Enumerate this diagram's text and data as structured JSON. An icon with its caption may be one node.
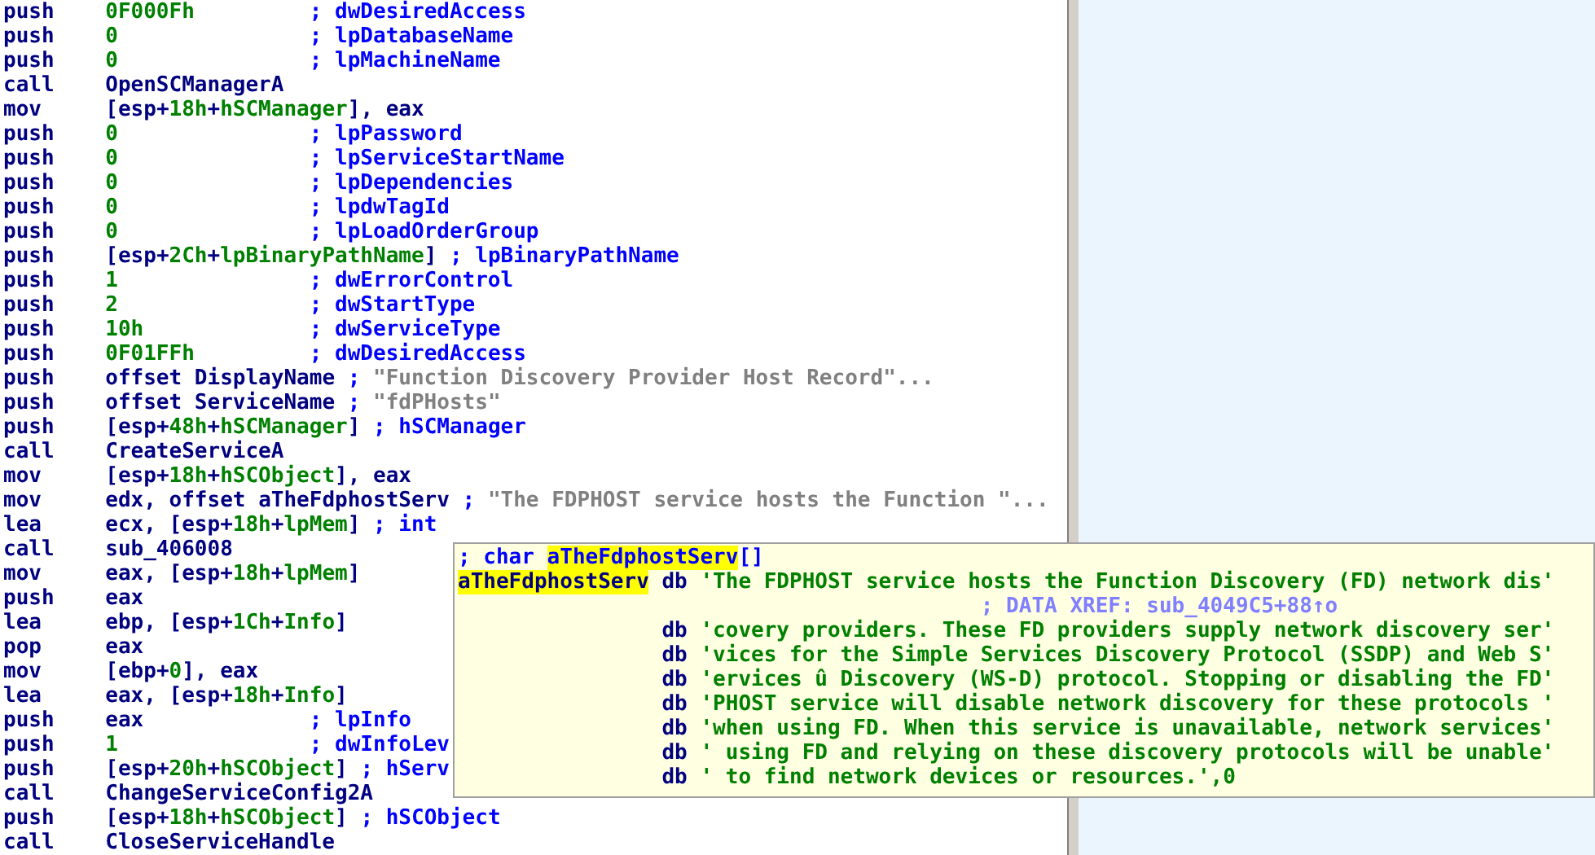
{
  "diagram": {
    "nodes": [
      {
        "text": [
          "; char aTheFdphostServ[]",
          "aTheFdphostServ db 'The FDPHOST service hosts the Function Discovery (FD) network dis'",
          "; DATA XREF: sub_4049C5+88↑o",
          "db 'covery providers. These FD providers supply network discovery ser'",
          "db 'vices for the Simple Services Discovery Protocol (SSDP) and Web S'",
          "db 'ervices û Discovery (WS-D) protocol. Stopping or disabling the FD'",
          "db 'PHOST service will disable network discovery for these protocols '",
          "db 'when using FD. When this service is unavailable, network services'",
          "db ' using FD and relying on these discovery protocols will be unable'",
          "db ' to find network devices or resources.',0"
        ]
      }
    ],
    "labels": [
      "push 0F000Fh ; dwDesiredAccess",
      "push 0 ; lpDatabaseName",
      "push 0 ; lpMachineName",
      "call OpenSCManagerA",
      "mov [esp+18h+hSCManager], eax",
      "push 0 ; lpPassword",
      "push 0 ; lpServiceStartName",
      "push 0 ; lpDependencies",
      "push 0 ; lpdwTagId",
      "push 0 ; lpLoadOrderGroup",
      "push [esp+2Ch+lpBinaryPathName] ; lpBinaryPathName",
      "push 1 ; dwErrorControl",
      "push 2 ; dwStartType",
      "push 10h ; dwServiceType",
      "push 0F01FFh ; dwDesiredAccess",
      "push offset DisplayName ; \"Function Discovery Provider Host Record\"...",
      "push offset ServiceName ; \"fdPHosts\"",
      "push [esp+48h+hSCManager] ; hSCManager",
      "call CreateServiceA",
      "mov [esp+18h+hSCObject], eax",
      "mov edx, offset aTheFdphostServ ; \"The FDPHOST service hosts the Function \"...",
      "lea ecx, [esp+18h+lpMem] ; int",
      "call sub_406008",
      "mov eax, [esp+18h+lpMem]",
      "push eax",
      "lea ebp, [esp+1Ch+Info]",
      "pop eax",
      "mov [ebp+0], eax",
      "lea eax, [esp+18h+Info]",
      "push eax ; lpInfo",
      "push 1 ; dwInfoLev",
      "push [esp+20h+hSCObject] ; hServ",
      "call ChangeServiceConfig2A",
      "push [esp+18h+hSCObject] ; hSCObject",
      "call CloseServiceHandle"
    ]
  }
}
